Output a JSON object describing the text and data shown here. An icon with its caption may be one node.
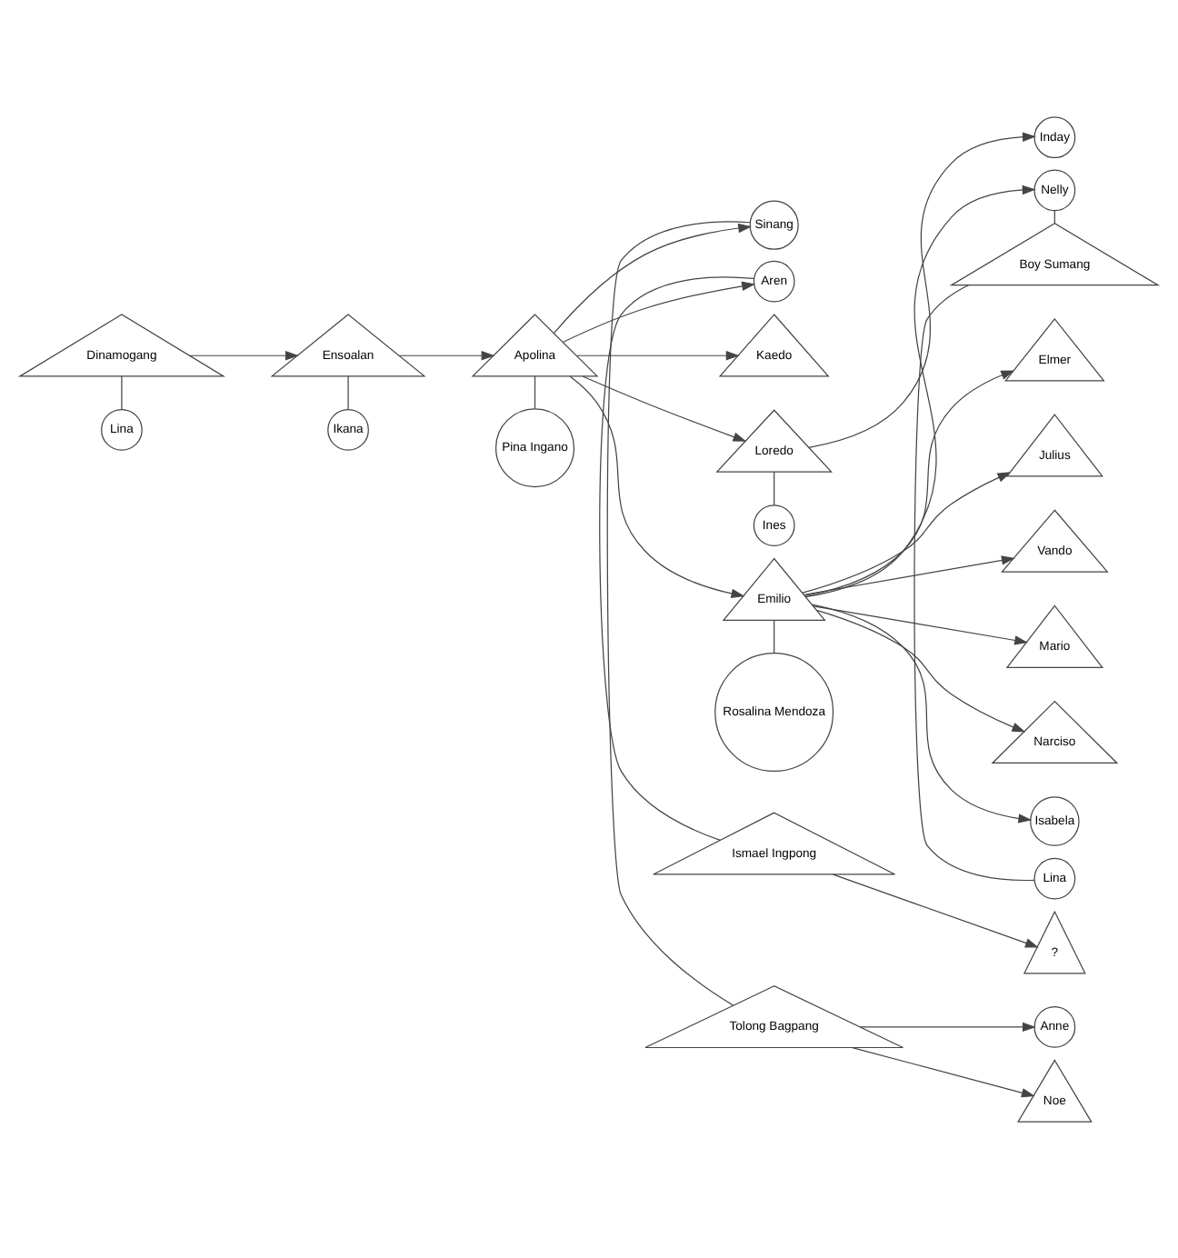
{
  "diagram": {
    "nodes": [
      {
        "text": [
          "Dinamogang"
        ]
      },
      {
        "text": [
          "Lina"
        ]
      },
      {
        "text": [
          "Ensoalan"
        ]
      },
      {
        "text": [
          "Ikana"
        ]
      },
      {
        "text": [
          "Apolina"
        ]
      },
      {
        "text": [
          "Pina Ingano"
        ]
      },
      {
        "text": [
          "Sinang"
        ]
      },
      {
        "text": [
          "Tolong Bagpang"
        ]
      },
      {
        "text": [
          "Anne"
        ]
      },
      {
        "text": [
          "Noe"
        ]
      },
      {
        "text": [
          "Aren"
        ]
      },
      {
        "text": [
          "Ismael Ingpong"
        ]
      },
      {
        "text": [
          "?"
        ]
      },
      {
        "text": [
          "Kaedo"
        ]
      },
      {
        "text": [
          "Loredo"
        ]
      },
      {
        "text": [
          "Ines"
        ]
      },
      {
        "text": [
          "Inday"
        ]
      },
      {
        "text": [
          "Emilio"
        ]
      },
      {
        "text": [
          "Rosalina Mendoza"
        ]
      },
      {
        "text": [
          "Nelly"
        ]
      },
      {
        "text": [
          "Boy Sumang"
        ]
      },
      {
        "text": [
          "Lina"
        ]
      },
      {
        "text": [
          "Elmer"
        ]
      },
      {
        "text": [
          "Julius"
        ]
      },
      {
        "text": [
          "Vando"
        ]
      },
      {
        "text": [
          "Mario"
        ]
      },
      {
        "text": [
          "Narciso"
        ]
      },
      {
        "text": [
          "Isabela"
        ]
      }
    ],
    "edges": [
      {
        "from": 0,
        "to": 1,
        "arrow": "none"
      },
      {
        "from": 0,
        "to": 2,
        "arrow": "to"
      },
      {
        "from": 2,
        "to": 3,
        "arrow": "none"
      },
      {
        "from": 2,
        "to": 4,
        "arrow": "to"
      },
      {
        "from": 4,
        "to": 5,
        "arrow": "none"
      },
      {
        "from": 4,
        "to": 6,
        "arrow": "to"
      },
      {
        "from": 4,
        "to": 10,
        "arrow": "to"
      },
      {
        "from": 4,
        "to": 13,
        "arrow": "to"
      },
      {
        "from": 4,
        "to": 14,
        "arrow": "to"
      },
      {
        "from": 4,
        "to": 17,
        "arrow": "to"
      },
      {
        "from": 6,
        "to": 7,
        "arrow": "none"
      },
      {
        "from": 7,
        "to": 8,
        "arrow": "to"
      },
      {
        "from": 7,
        "to": 9,
        "arrow": "to"
      },
      {
        "from": 10,
        "to": 11,
        "arrow": "none"
      },
      {
        "from": 11,
        "to": 12,
        "arrow": "to"
      },
      {
        "from": 14,
        "to": 15,
        "arrow": "none"
      },
      {
        "from": 14,
        "to": 16,
        "arrow": "to"
      },
      {
        "from": 17,
        "to": 18,
        "arrow": "none"
      },
      {
        "from": 17,
        "to": 19,
        "arrow": "to"
      },
      {
        "from": 17,
        "to": 22,
        "arrow": "to"
      },
      {
        "from": 17,
        "to": 23,
        "arrow": "to"
      },
      {
        "from": 17,
        "to": 24,
        "arrow": "to"
      },
      {
        "from": 17,
        "to": 25,
        "arrow": "to"
      },
      {
        "from": 17,
        "to": 26,
        "arrow": "to"
      },
      {
        "from": 17,
        "to": 27,
        "arrow": "to"
      },
      {
        "from": 19,
        "to": 20,
        "arrow": "none"
      },
      {
        "from": 20,
        "to": 21,
        "arrow": "none"
      }
    ]
  }
}
